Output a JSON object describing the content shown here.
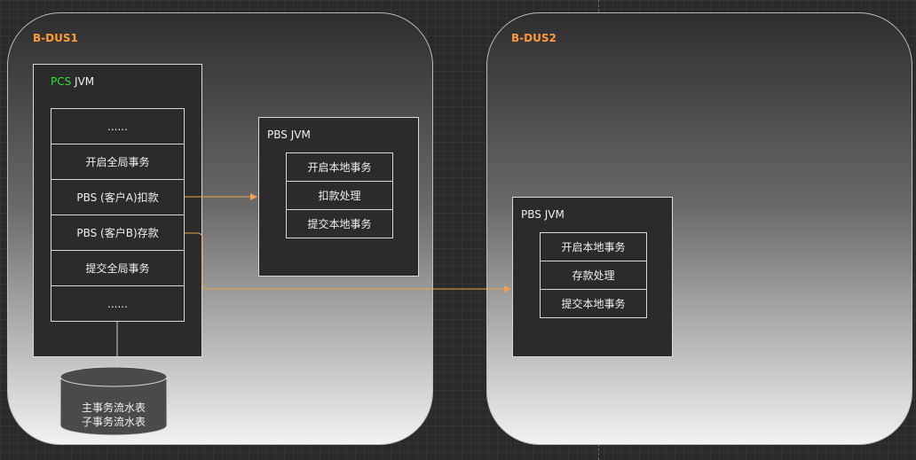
{
  "zones": [
    {
      "title": "B-DUS1"
    },
    {
      "title": "B-DUS2"
    }
  ],
  "pcs_jvm": {
    "title_prefix": "PCS",
    "title_suffix": " JVM",
    "steps": [
      "......",
      "开启全局事务",
      "PBS (客户A)扣款",
      "PBS (客户B)存款",
      "提交全局事务",
      "......"
    ]
  },
  "pbs_jvm_1": {
    "title": "PBS JVM",
    "steps": [
      "开启本地事务",
      "扣款处理",
      "提交本地事务"
    ]
  },
  "pbs_jvm_2": {
    "title": "PBS JVM",
    "steps": [
      "开启本地事务",
      "存款处理",
      "提交本地事务"
    ]
  },
  "database": {
    "lines": [
      "主事务流水表",
      "子事务流水表"
    ]
  },
  "colors": {
    "accent": "#ff9a3c",
    "pcs_green": "#33dd33",
    "arrow": "#f0a050",
    "db_fill": "#4a4a4a"
  }
}
